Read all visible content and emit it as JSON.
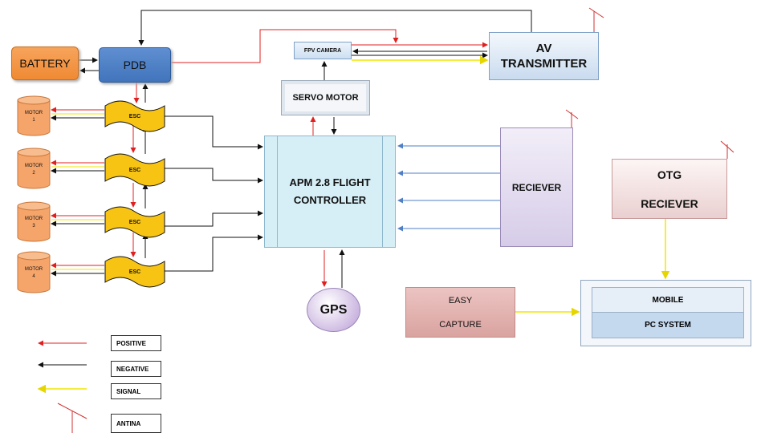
{
  "nodes": {
    "battery": "BATTERY",
    "pdb": "PDB",
    "fpv_camera": "FPV CAMERA",
    "av_transmitter": [
      "AV",
      "TRANSMITTER"
    ],
    "servo_motor": "SERVO MOTOR",
    "flight_controller": [
      "APM 2.8 FLIGHT",
      "CONTROLLER"
    ],
    "receiver": "RECIEVER",
    "otg_receiver": [
      "OTG",
      "RECIEVER"
    ],
    "easy_capture": [
      "EASY",
      "CAPTURE"
    ],
    "mobile": "MOBILE",
    "pc_system": "PC SYSTEM",
    "gps": "GPS"
  },
  "motors": [
    {
      "label": "MOTOR",
      "num": "1"
    },
    {
      "label": "MOTOR",
      "num": "2"
    },
    {
      "label": "MOTOR",
      "num": "3"
    },
    {
      "label": "MOTOR",
      "num": "4"
    }
  ],
  "esc_label": "ESC",
  "legend": {
    "positive": "POSITIVE",
    "negative": "NEGATIVE",
    "signal": "SIGNAL",
    "antenna": "ANTINA"
  },
  "colors": {
    "positive": "#e02020",
    "negative": "#111111",
    "signal": "#f2e600",
    "data": "#4f7fc4",
    "antenna": "#d23030",
    "esc_fill": "#f7c414"
  }
}
